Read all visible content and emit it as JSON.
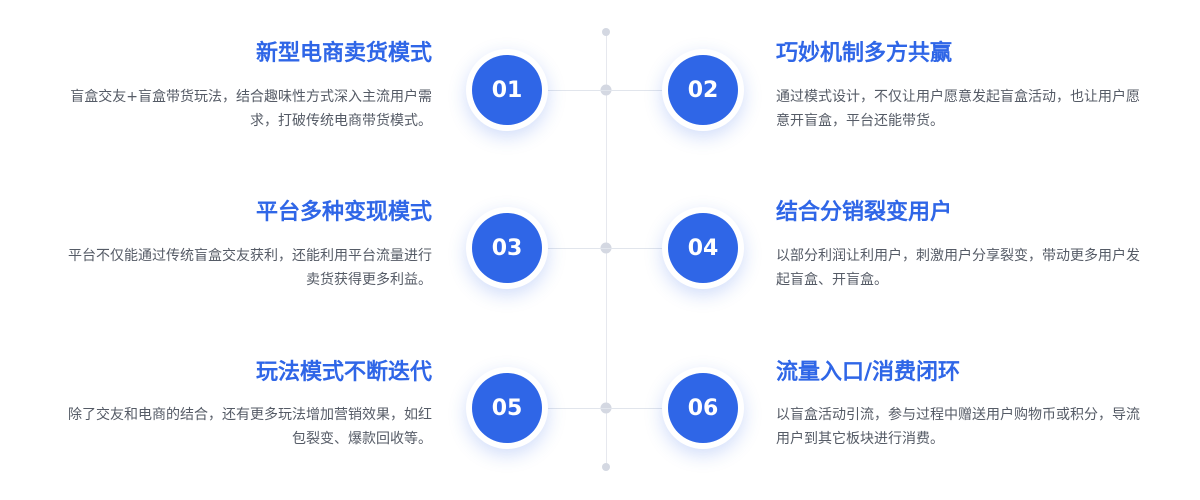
{
  "colors": {
    "accent": "#2f66e7",
    "text": "#555b66",
    "line": "#e6e8ee",
    "dot": "#d4d8e2"
  },
  "items": [
    {
      "number": "01",
      "title": "新型电商卖货模式",
      "desc": "盲盒交友+盲盒带货玩法，结合趣味性方式深入主流用户需求，打破传统电商带货模式。"
    },
    {
      "number": "02",
      "title": "巧妙机制多方共赢",
      "desc": "通过模式设计，不仅让用户愿意发起盲盒活动，也让用户愿意开盲盒，平台还能带货。"
    },
    {
      "number": "03",
      "title": "平台多种变现模式",
      "desc": "平台不仅能通过传统盲盒交友获利，还能利用平台流量进行卖货获得更多利益。"
    },
    {
      "number": "04",
      "title": "结合分销裂变用户",
      "desc": "以部分利润让利用户，刺激用户分享裂变，带动更多用户发起盲盒、开盲盒。"
    },
    {
      "number": "05",
      "title": "玩法模式不断迭代",
      "desc": "除了交友和电商的结合，还有更多玩法增加营销效果，如红包裂变、爆款回收等。"
    },
    {
      "number": "06",
      "title": "流量入口/消费闭环",
      "desc": "以盲盒活动引流，参与过程中赠送用户购物币或积分，导流用户到其它板块进行消费。"
    }
  ]
}
